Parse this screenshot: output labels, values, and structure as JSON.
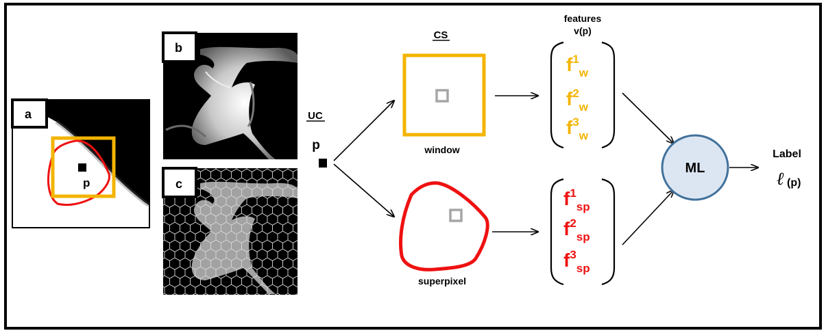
{
  "panels": {
    "a": {
      "label": "a",
      "point_label": "p"
    },
    "b": {
      "label": "b"
    },
    "c": {
      "label": "c"
    }
  },
  "uc": {
    "heading": "UC",
    "point_label": "p"
  },
  "cs": {
    "heading": "CS",
    "window_caption": "window",
    "superpixel_caption": "superpixel"
  },
  "features": {
    "title_line1": "features",
    "title_line2": "v(p)",
    "window_features": [
      {
        "base": "f",
        "sup": "1",
        "sub": "w"
      },
      {
        "base": "f",
        "sup": "2",
        "sub": "w"
      },
      {
        "base": "f",
        "sup": "3",
        "sub": "w"
      }
    ],
    "superpixel_features": [
      {
        "base": "f",
        "sup": "1",
        "sub": "sp"
      },
      {
        "base": "f",
        "sup": "2",
        "sub": "sp"
      },
      {
        "base": "f",
        "sup": "3",
        "sub": "sp"
      }
    ]
  },
  "classifier": {
    "label": "ML"
  },
  "output": {
    "title": "Label",
    "symbol": "ℓ",
    "arg": "(p)"
  },
  "colors": {
    "window": "#f4b400",
    "superpixel": "#ee1111",
    "ml_fill": "#dce6f2",
    "ml_stroke": "#41719c",
    "center_marker": "#a6a6a6"
  }
}
